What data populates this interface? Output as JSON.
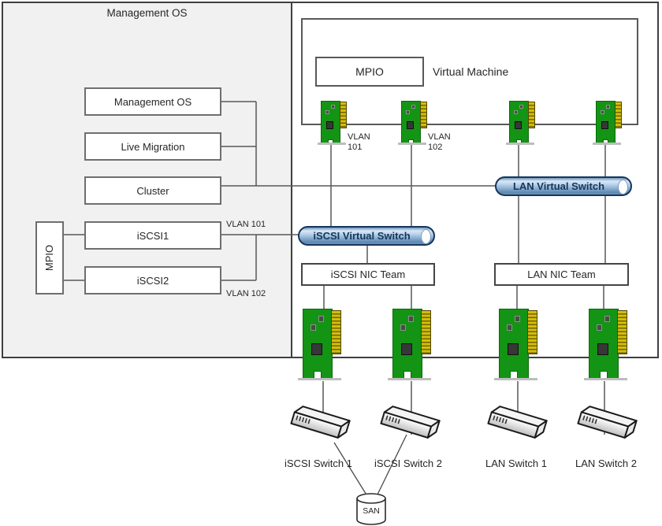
{
  "management_panel": {
    "title": "Management OS",
    "boxes": [
      {
        "label": "Management OS"
      },
      {
        "label": "Live Migration"
      },
      {
        "label": "Cluster"
      },
      {
        "label": "iSCSI1"
      },
      {
        "label": "iSCSI2"
      }
    ],
    "mpio_label": "MPIO",
    "vlan101_label": "VLAN 101",
    "vlan102_label": "VLAN 102"
  },
  "vm": {
    "title": "Virtual Machine",
    "mpio_label": "MPIO",
    "nic1_vlan": "VLAN\n101",
    "nic2_vlan": "VLAN\n102"
  },
  "virtual_switches": {
    "iscsi": "iSCSI Virtual Switch",
    "lan": "LAN Virtual Switch"
  },
  "nic_teams": {
    "iscsi": "iSCSI NIC Team",
    "lan": "LAN NIC Team"
  },
  "physical_switches": [
    "iSCSI Switch 1",
    "iSCSI Switch 2",
    "LAN Switch 1",
    "LAN Switch 2"
  ],
  "san": {
    "label": "SAN"
  },
  "colors": {
    "panel_gray": "#f1f1f1",
    "line_gray": "#595959",
    "cylinder_blue_dark": "#16365d",
    "nic_green": "#149414",
    "connector_gold": "#d4bd08"
  }
}
